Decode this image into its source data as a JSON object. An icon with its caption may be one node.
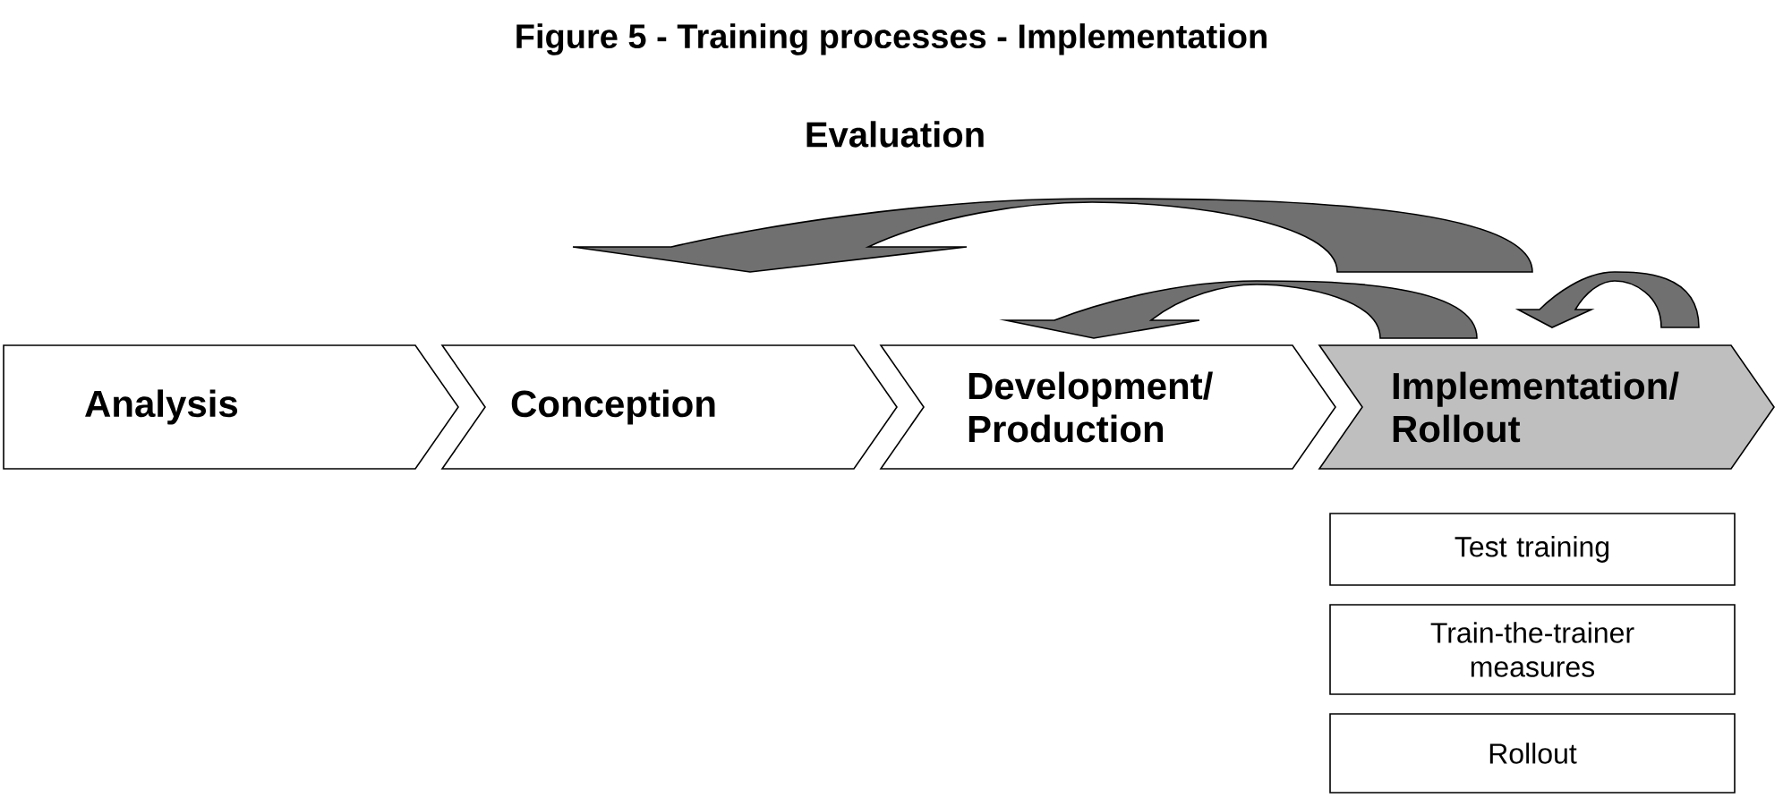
{
  "diagram": {
    "title": "Figure 5 - Training processes - Implementation",
    "nodes": [
      {
        "text": [
          "Analysis"
        ]
      },
      {
        "text": [
          "Conception"
        ]
      },
      {
        "text": [
          "Development/ Production"
        ]
      },
      {
        "text": [
          "Implementation/ Rollout"
        ]
      },
      {
        "text": [
          "Test training"
        ]
      },
      {
        "text": [
          "Train-the-trainer measures"
        ]
      },
      {
        "text": [
          "Rollout"
        ]
      }
    ],
    "edges": [
      {
        "from": 3,
        "to": 0,
        "arrow": "to"
      },
      {
        "from": 3,
        "to": 2,
        "arrow": "to"
      },
      {
        "from": 3,
        "to": 3,
        "arrow": "to"
      }
    ],
    "labels": [
      "Evaluation"
    ]
  }
}
